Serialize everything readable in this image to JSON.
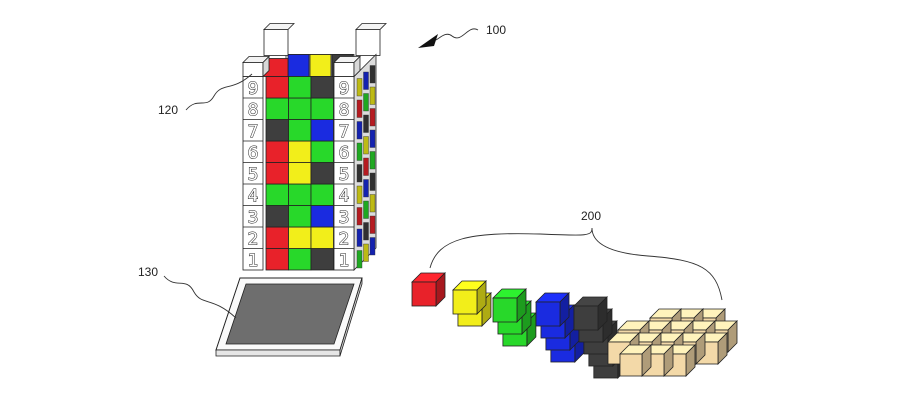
{
  "references": {
    "device": "100",
    "tower": "120",
    "tray": "130",
    "pieces": "200"
  },
  "tower": {
    "row_numbers": [
      "1",
      "2",
      "3",
      "4",
      "5",
      "6",
      "7",
      "8",
      "9"
    ],
    "grid_colors": [
      [
        "red",
        "green",
        "black"
      ],
      [
        "red",
        "yellow",
        "yellow"
      ],
      [
        "black",
        "green",
        "blue"
      ],
      [
        "green",
        "green",
        "green"
      ],
      [
        "red",
        "yellow",
        "black"
      ],
      [
        "red",
        "yellow",
        "green"
      ],
      [
        "black",
        "green",
        "blue"
      ],
      [
        "green",
        "green",
        "green"
      ],
      [
        "red",
        "green",
        "black"
      ]
    ]
  },
  "pieces": [
    {
      "color": "red",
      "cubes": 1
    },
    {
      "color": "yellow",
      "cubes": 2
    },
    {
      "color": "green",
      "cubes": 3
    },
    {
      "color": "blue",
      "cubes": 4
    },
    {
      "color": "black",
      "cubes": 5
    },
    {
      "color": "tan",
      "cubes": 13
    }
  ],
  "palette": {
    "red": "#e8222a",
    "yellow": "#f2ee1a",
    "green": "#28d82a",
    "blue": "#1a2be0",
    "black": "#3e3e3e",
    "tan": "#f3d9a8",
    "tray": "#6e6e6e"
  }
}
